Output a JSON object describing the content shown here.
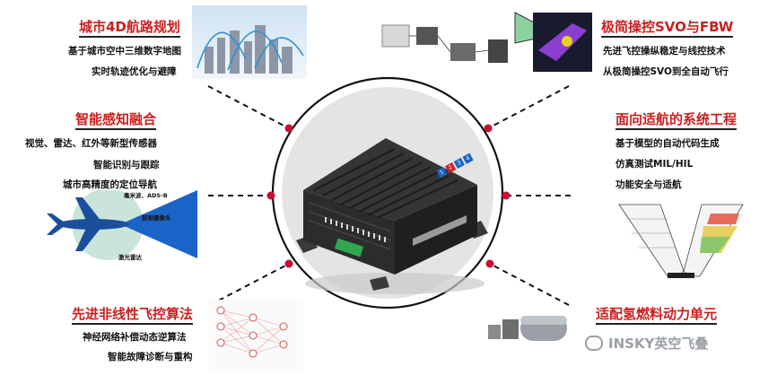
{
  "center": {
    "device_buttons": [
      "1",
      "2",
      "3",
      "4"
    ]
  },
  "nodes": {
    "top_left": {
      "title": "城市4D航路规划",
      "lines": [
        "基于城市空中三维数字地图",
        "实时轨迹优化与避障"
      ]
    },
    "mid_left": {
      "title": "智能感知融合",
      "lines": [
        "视觉、雷达、红外等新型传感器",
        "智能识别与跟踪",
        "城市高精度的定位导航"
      ],
      "figure_labels": [
        "毫米波、ADS-B",
        "前视摄像头",
        "激光雷达"
      ]
    },
    "bottom_left": {
      "title": "先进非线性飞控算法",
      "lines": [
        "神经网络补偿动态逆算法",
        "智能故障诊断与重构"
      ]
    },
    "top_right": {
      "title": "极简操控SVO与FBW",
      "lines": [
        "先进飞控操纵稳定与线控技术",
        "从极简操控SVO到全自动飞行"
      ]
    },
    "mid_right": {
      "title": "面向适航的系统工程",
      "lines": [
        "基于模型的自动代码生成",
        "仿真测试MIL/HIL",
        "功能安全与适航"
      ]
    },
    "bottom_right": {
      "title": "适配氢燃料动力单元",
      "lines": []
    }
  },
  "watermark": "INSKY英空飞叠",
  "colors": {
    "title_red": "#cc1f1f",
    "dot_red": "#c8102e",
    "blue_beam": "#1a64c8"
  }
}
